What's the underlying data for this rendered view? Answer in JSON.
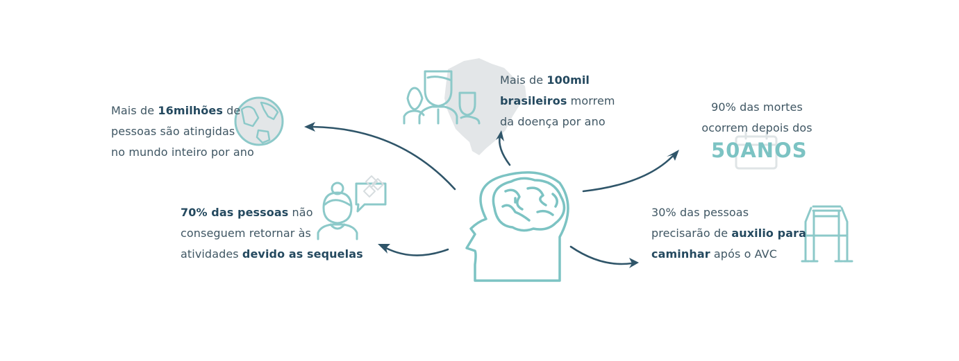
{
  "stat_world": {
    "prefix": "Mais de ",
    "strong": "16milhões",
    "suffix": " de",
    "line2": "pessoas são atingidas",
    "line3": "no mundo inteiro por ano"
  },
  "stat_brazil": {
    "prefix": "Mais de ",
    "strong1": "100mil",
    "strong2": "brasileiros",
    "suffix": " morrem",
    "line3": "da doença por ano"
  },
  "stat_age": {
    "line1": "90% das mortes",
    "line2": "ocorrem depois dos",
    "big": "50ANOS"
  },
  "stat_sequelae": {
    "strong1": "70% das pessoas",
    "suffix1": " não",
    "line2": "conseguem retornar às",
    "prefix3": "atividades ",
    "strong3": "devido as sequelas"
  },
  "stat_walk": {
    "line1": "30% das pessoas",
    "prefix2": "precisarão de ",
    "strong2": "auxilio para",
    "strong3": "caminhar",
    "suffix3": " após o AVC"
  },
  "colors": {
    "teal": "#7cc3c3",
    "navy": "#2f5569",
    "text": "#3f5663",
    "map": "#e3e6e8"
  }
}
